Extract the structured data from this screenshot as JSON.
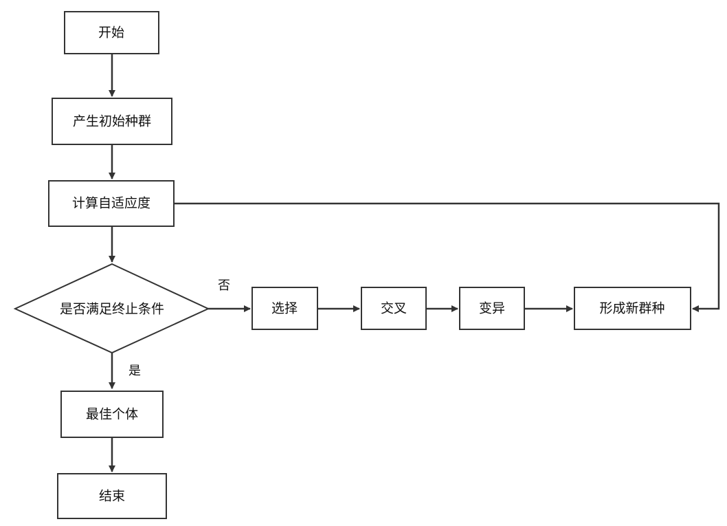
{
  "nodes": {
    "start": "开始",
    "init_population": "产生初始种群",
    "calc_fitness": "计算自适应度",
    "condition": "是否满足终止条件",
    "best_individual": "最佳个体",
    "end": "结束",
    "selection": "选择",
    "crossover": "交叉",
    "mutation": "变异",
    "new_population": "形成新群种"
  },
  "edges": {
    "no_label": "否",
    "yes_label": "是"
  },
  "colors": {
    "stroke": "#333333",
    "fill": "#ffffff",
    "text": "#111111"
  }
}
